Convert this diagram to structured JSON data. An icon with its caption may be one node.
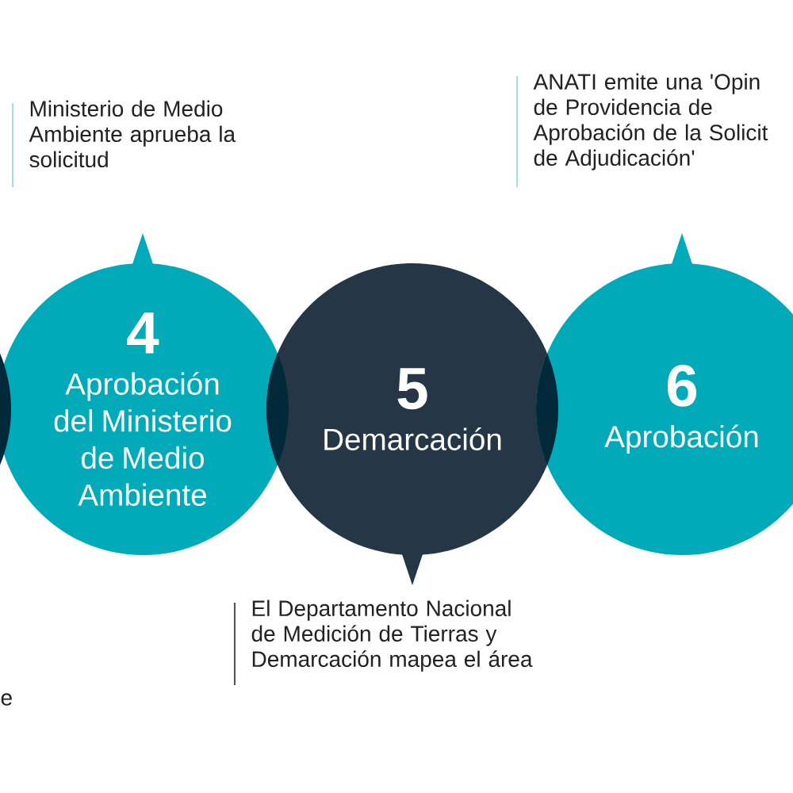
{
  "diagram": {
    "nodes": [
      {
        "text": [],
        "shape": "circle"
      },
      {
        "text": [
          "4",
          "Aprobación del Ministerio de Medio Ambiente"
        ],
        "beside": [
          "Ministerio de Medio Ambiente aprueba la solicitud"
        ]
      },
      {
        "text": [
          "5",
          "Demarcación"
        ],
        "beside": [
          "El Departamento Nacional de Medición de Tierras y Demarcación mapea el área"
        ]
      },
      {
        "text": [
          "6",
          "Aprobación"
        ],
        "beside": [
          "ANATI emite una 'Opin de Providencia de Aprobación de la Solicit de Adjudicación'"
        ]
      }
    ],
    "labels": [
      "e"
    ]
  }
}
